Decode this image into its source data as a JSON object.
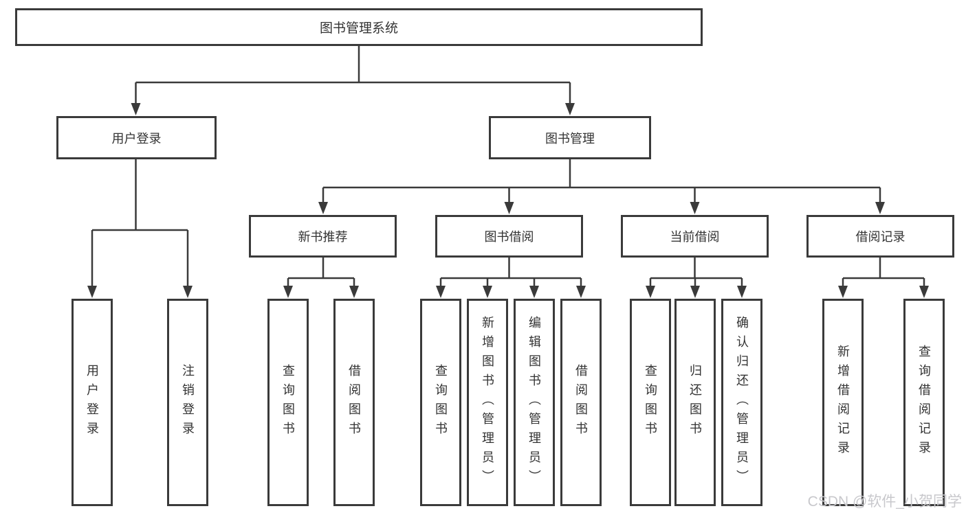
{
  "diagram": {
    "root": {
      "label": "图书管理系统"
    },
    "user_login": {
      "label": "用户登录",
      "children": [
        {
          "label": "用户登录"
        },
        {
          "label": "注销登录"
        }
      ]
    },
    "book_mgmt": {
      "label": "图书管理",
      "sections": [
        {
          "label": "新书推荐",
          "children": [
            {
              "label": "查询图书"
            },
            {
              "label": "借阅图书"
            }
          ]
        },
        {
          "label": "图书借阅",
          "children": [
            {
              "label": "查询图书"
            },
            {
              "label": "新增图书（管理员）"
            },
            {
              "label": "编辑图书（管理员）"
            },
            {
              "label": "借阅图书"
            }
          ]
        },
        {
          "label": "当前借阅",
          "children": [
            {
              "label": "查询图书"
            },
            {
              "label": "归还图书"
            },
            {
              "label": "确认归还（管理员）"
            }
          ]
        },
        {
          "label": "借阅记录",
          "children": [
            {
              "label": "新增借阅记录"
            },
            {
              "label": "查询借阅记录"
            }
          ]
        }
      ]
    }
  },
  "watermark": "CSDN @软件_小贺同学",
  "colors": {
    "line": "#3a3a3a",
    "text": "#333333",
    "box_background": "#ffffff",
    "watermark": "#c8c8cc"
  }
}
